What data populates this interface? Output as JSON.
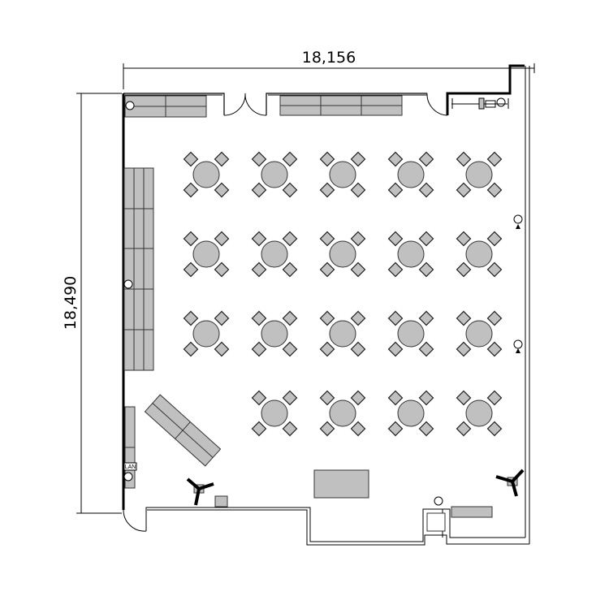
{
  "plan": {
    "width_dimension": "18,156",
    "height_dimension": "18,490",
    "lan_label": "LAN",
    "fill_color": "#c0c0c0",
    "table_rows": [
      5,
      5,
      5,
      4
    ],
    "table_row_alignment": "right"
  }
}
